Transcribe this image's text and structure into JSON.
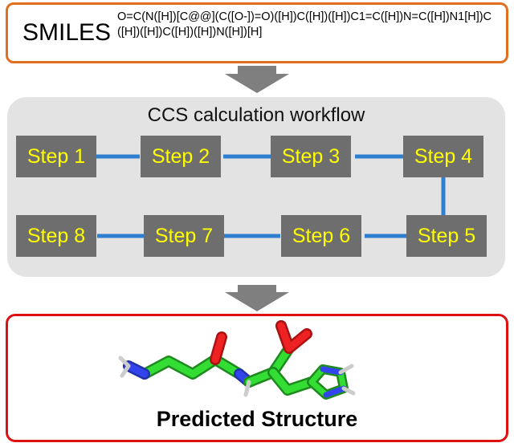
{
  "input": {
    "label": "SMILES",
    "smiles": "O=C(N([H])[C@@](C([O-])=O)([H])C([H])([H])C1=C([H])N=C([H])N1[H])C([H])([H])C([H])([H])N([H])[H]"
  },
  "workflow": {
    "title": "CCS calculation workflow",
    "steps": [
      "Step 1",
      "Step 2",
      "Step 3",
      "Step 4",
      "Step 5",
      "Step 6",
      "Step 7",
      "Step 8"
    ]
  },
  "output": {
    "title": "Predicted Structure"
  },
  "colors": {
    "input_border": "#e07020",
    "output_border": "#dd1111",
    "step_fill": "#6e6e6e",
    "step_text": "#ffff00",
    "connector": "#2f7fd0",
    "arrow": "#7f7f7f",
    "carbon": "#33dd33",
    "oxygen": "#ee2222",
    "nitrogen": "#3344ee",
    "hydrogen": "#eeeeee"
  }
}
